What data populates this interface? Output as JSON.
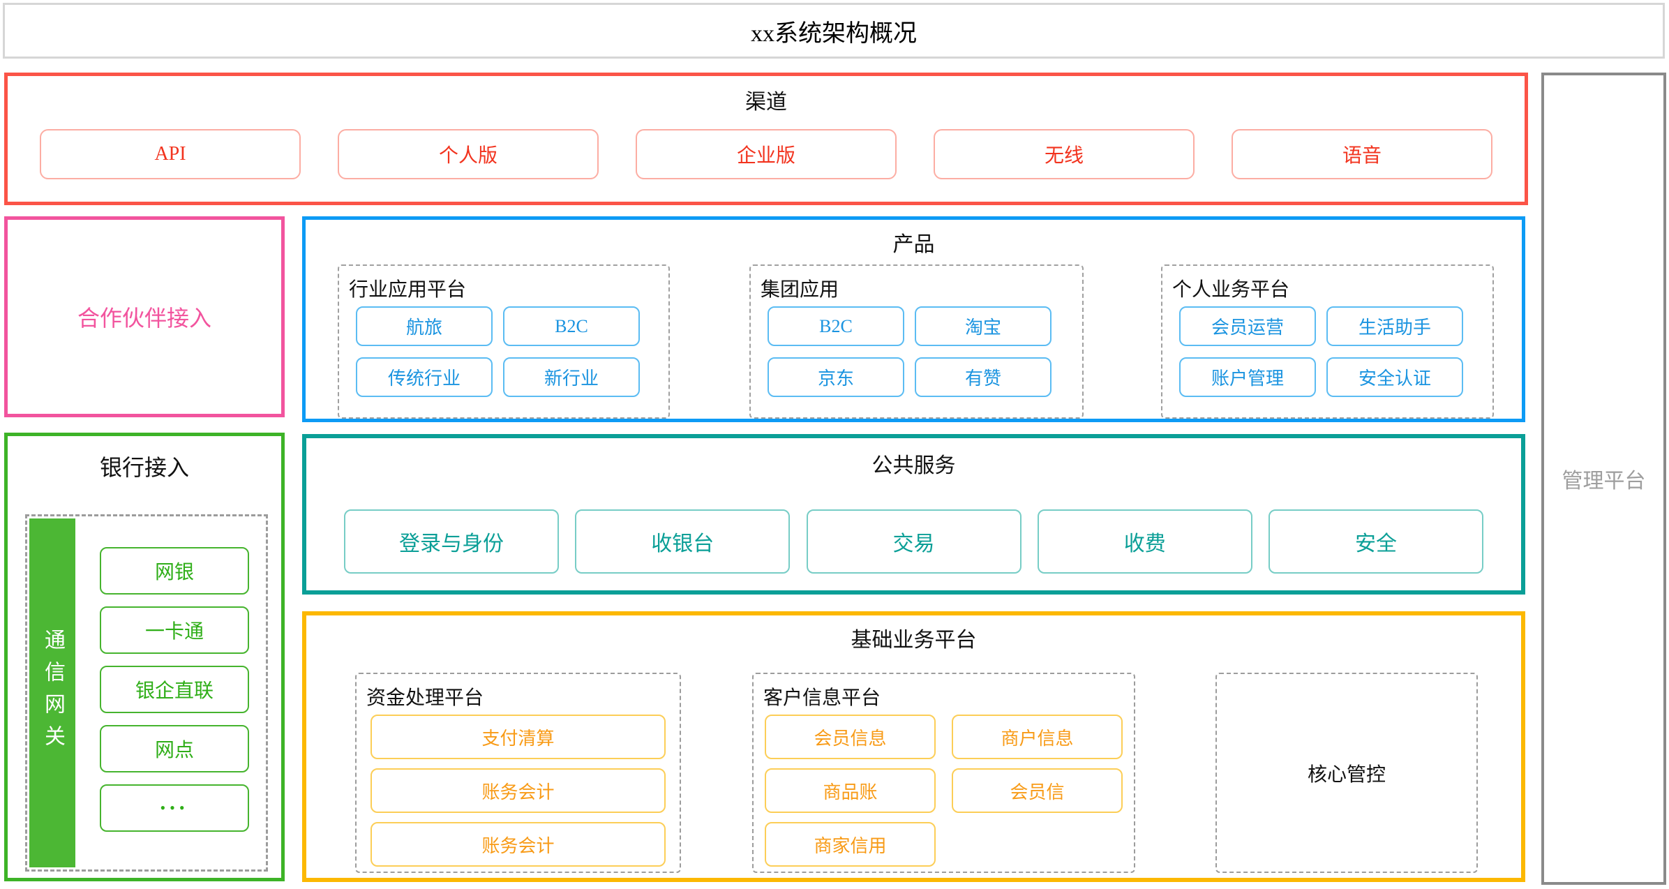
{
  "title": "xx系统架构概况",
  "colors": {
    "channels_border": "#fb5447",
    "channels_text": "#f2331e",
    "partner": "#f2549e",
    "products_border": "#0d9bf5",
    "products_text": "#1b94e0",
    "bank_border": "#3db327",
    "bank_bar": "#4cb734",
    "bank_text": "#2fae18",
    "services_border": "#0a9f97",
    "foundation_border": "#fcb802",
    "foundation_text": "#f89b17",
    "management_border": "#8a8a8a",
    "management_text": "#9e9e9e",
    "dashed_group": "#9c9c9c"
  },
  "channels": {
    "label": "渠道",
    "items": [
      "API",
      "个人版",
      "企业版",
      "无线",
      "语音"
    ]
  },
  "partner": {
    "label": "合作伙伴接入"
  },
  "products": {
    "label": "产品",
    "groups": [
      {
        "label": "行业应用平台",
        "items": [
          "航旅",
          "B2C",
          "传统行业",
          "新行业"
        ]
      },
      {
        "label": "集团应用",
        "items": [
          "B2C",
          "淘宝",
          "京东",
          "有赞"
        ]
      },
      {
        "label": "个人业务平台",
        "items": [
          "会员运营",
          "生活助手",
          "账户管理",
          "安全认证"
        ]
      }
    ]
  },
  "bank": {
    "label": "银行接入",
    "gateway": "通信网关",
    "items": [
      "网银",
      "一卡通",
      "银企直联",
      "网点",
      "•••"
    ]
  },
  "services": {
    "label": "公共服务",
    "items": [
      "登录与身份",
      "收银台",
      "交易",
      "收费",
      "安全"
    ]
  },
  "foundation": {
    "label": "基础业务平台",
    "groups": [
      {
        "label": "资金处理平台",
        "items": [
          "支付清算",
          "账务会计",
          "账务会计"
        ]
      },
      {
        "label": "客户信息平台",
        "items": [
          "会员信息",
          "商户信息",
          "商品账",
          "会员信",
          "商家信用"
        ]
      },
      {
        "label": "核心管控"
      }
    ]
  },
  "management": {
    "label": "管理平台"
  }
}
